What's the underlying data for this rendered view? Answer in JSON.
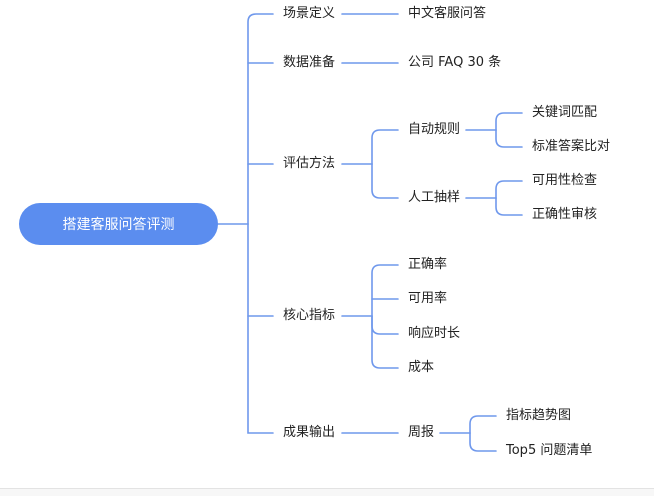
{
  "mindmap": {
    "root": "搭建客服问答评测",
    "line_color": "#6f98ec",
    "root_color": "#5b8def",
    "branches": {
      "scene": {
        "label": "场景定义",
        "child": "中文客服问答"
      },
      "data": {
        "label": "数据准备",
        "child": "公司 FAQ 30 条"
      },
      "eval": {
        "label": "评估方法",
        "auto": {
          "label": "自动规则",
          "items": [
            "关键词匹配",
            "标准答案比对"
          ]
        },
        "manual": {
          "label": "人工抽样",
          "items": [
            "可用性检查",
            "正确性审核"
          ]
        }
      },
      "metrics": {
        "label": "核心指标",
        "items": [
          "正确率",
          "可用率",
          "响应时长",
          "成本"
        ]
      },
      "output": {
        "label": "成果输出",
        "report": {
          "label": "周报",
          "items": [
            "指标趋势图",
            "Top5 问题清单"
          ]
        }
      }
    }
  }
}
